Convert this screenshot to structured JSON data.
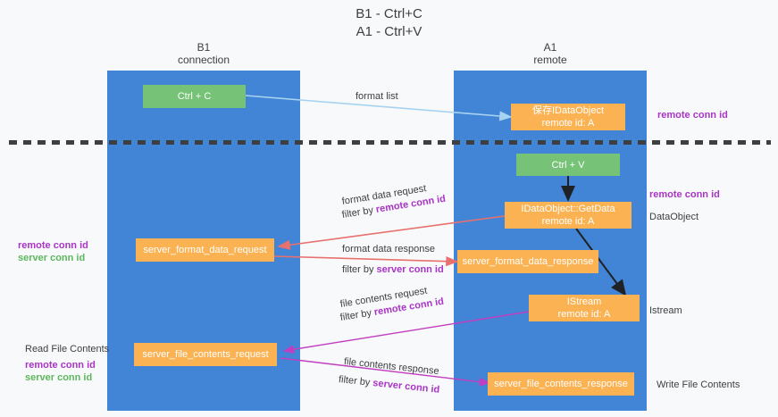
{
  "title": {
    "line1": "B1 - Ctrl+C",
    "line2": "A1 - Ctrl+V"
  },
  "columns": {
    "b1": {
      "name": "B1",
      "role": "connection"
    },
    "a1": {
      "name": "A1",
      "role": "remote"
    }
  },
  "nodes": {
    "ctrl_c": {
      "label": "Ctrl + C"
    },
    "save_idataobject": {
      "line1": "保存IDataObject",
      "line2": "remote id: A"
    },
    "ctrl_v": {
      "label": "Ctrl + V"
    },
    "idataobject_getdata": {
      "line1": "IDataObject::GetData",
      "line2": "remote id: A"
    },
    "server_format_data_request": {
      "label": "server_format_data_request"
    },
    "server_format_data_response": {
      "label": "server_format_data_response"
    },
    "istream": {
      "line1": "IStream",
      "line2": "remote id: A"
    },
    "server_file_contents_request": {
      "label": "server_file_contents_request"
    },
    "server_file_contents_response": {
      "label": "server_file_contents_response"
    }
  },
  "flows": {
    "format_list": {
      "label": "format list"
    },
    "format_data_request": {
      "label": "format data request",
      "filter_prefix": "filter by ",
      "filter_key": "remote conn id"
    },
    "format_data_response": {
      "label": "format data response",
      "filter_prefix": "filter by ",
      "filter_key": "server conn id"
    },
    "file_contents_request": {
      "label": "file contents request",
      "filter_prefix": "filter by ",
      "filter_key": "remote conn id"
    },
    "file_contents_response": {
      "label": "file contents response",
      "filter_prefix": "filter by ",
      "filter_key": "server conn id"
    }
  },
  "annotations": {
    "right_remote_conn_id_top": "remote conn id",
    "right_remote_conn_id_mid": "remote conn id",
    "right_dataobject": "DataObject",
    "right_istream": "Istream",
    "right_write_file_contents": "Write File Contents",
    "left_remote_conn_id_mid": "remote conn id",
    "left_server_conn_id_mid": "server conn id",
    "left_read_file_contents": "Read File Contents",
    "left_remote_conn_id_bottom": "remote conn id",
    "left_server_conn_id_bottom": "server conn id"
  },
  "colors": {
    "lane": "#4285d6",
    "node_green": "#76c276",
    "node_orange": "#fbb252",
    "accent_purple": "#a934c6",
    "accent_green": "#5cb85c",
    "arrow_blue": "#a8d3f0",
    "arrow_red": "#e8706d",
    "arrow_magenta": "#c13ec1",
    "arrow_black": "#202124",
    "background": "#f8f9fa"
  }
}
